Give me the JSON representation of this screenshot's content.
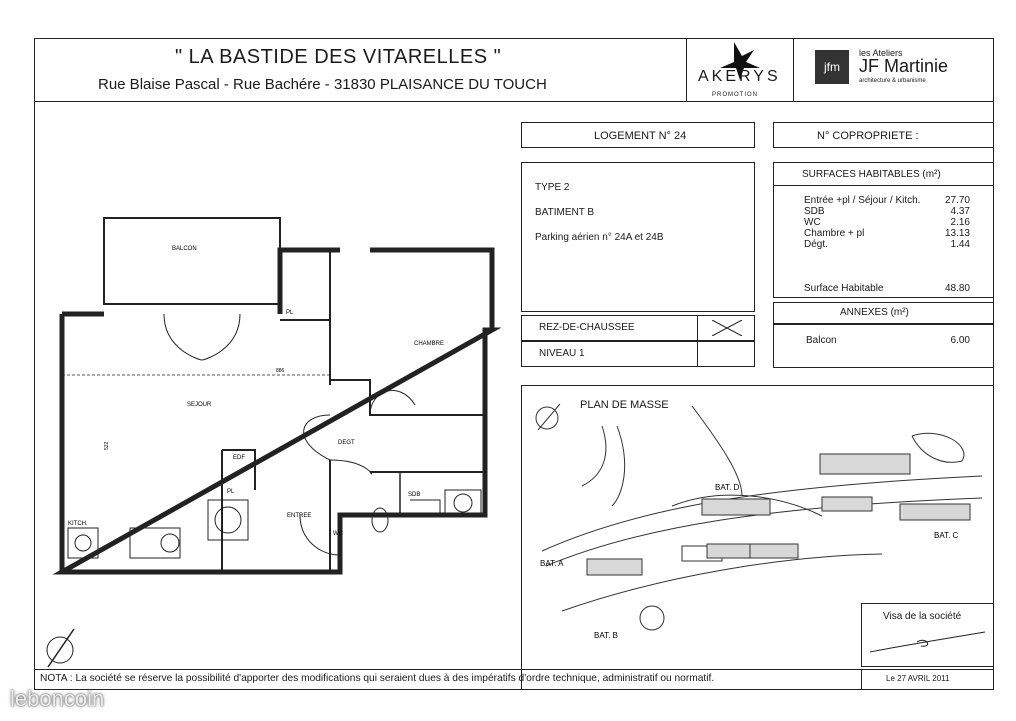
{
  "header": {
    "project_title": "\" LA BASTIDE DES VITARELLES \"",
    "address": "Rue Blaise Pascal - Rue Bachére  -  31830 PLAISANCE DU TOUCH",
    "logo_akerys": "AKERYS",
    "logo_akerys_sub": "PROMOTION",
    "logo_architect_line1": "les Ateliers",
    "logo_architect_line2": "JF Martinie",
    "logo_architect_line3": "architecture & urbanisme"
  },
  "logement": {
    "label": "LOGEMENT N° 24",
    "copropriete_label": "N° COPROPRIETE :",
    "type": "TYPE  2",
    "batiment": "BATIMENT B",
    "parking": "Parking aérien n° 24A et 24B",
    "rdc": "REZ-DE-CHAUSSEE",
    "niveau": "NIVEAU 1"
  },
  "surfaces": {
    "header": "SURFACES HABITABLES (m²)",
    "rows": [
      {
        "label": "Entrée +pl / Séjour / Kitch.",
        "value": "27.70"
      },
      {
        "label": "SDB",
        "value": "4.37"
      },
      {
        "label": "WC",
        "value": "2.16"
      },
      {
        "label": "Chambre + pl",
        "value": "13.13"
      },
      {
        "label": "Dégt.",
        "value": "1.44"
      }
    ],
    "total_label": "Surface Habitable",
    "total_value": "48.80"
  },
  "annexes": {
    "header": "ANNEXES (m²)",
    "rows": [
      {
        "label": "Balcon",
        "value": "6.00"
      }
    ]
  },
  "plan_labels": {
    "balcon": "BALCON",
    "chambre": "CHAMBRE",
    "sejour": "SEJOUR",
    "degt": "DEGT",
    "entree": "ENTREE",
    "wc": "WC",
    "sdb": "SDB",
    "edf": "EDF",
    "pl1": "PL",
    "pl2": "PL",
    "kitch": "KITCH.",
    "dim1": "886",
    "dim2": "522"
  },
  "masse": {
    "title": "PLAN DE MASSE",
    "bat_a": "BAT. A",
    "bat_b": "BAT. B",
    "bat_c": "BAT. C",
    "bat_d": "BAT. D"
  },
  "visa": {
    "label": "Visa de la société",
    "date": "Le 27 AVRIL 2011"
  },
  "footer": {
    "note": "NOTA : La société se réserve la possibilité d'apporter des modifications qui seraient dues à des impératifs d'ordre technique, administratif ou normatif.",
    "watermark": "leboncoin"
  }
}
